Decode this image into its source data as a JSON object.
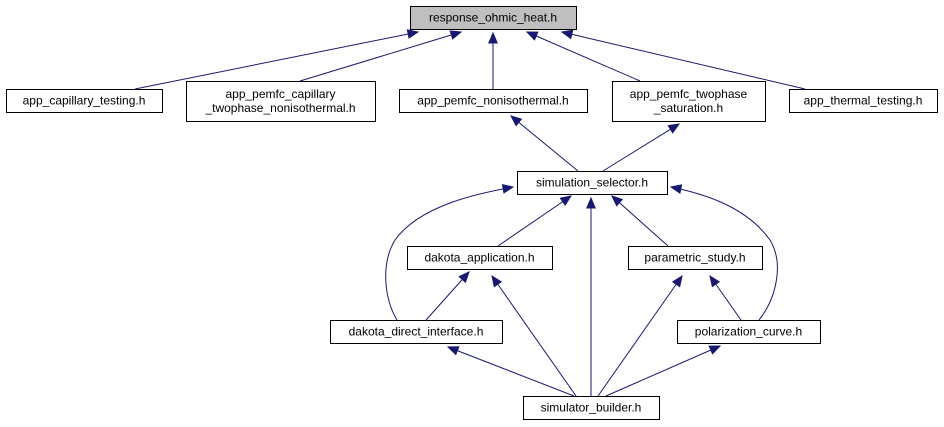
{
  "colors": {
    "edge": "#191970",
    "root_fill": "#bfbfbf",
    "node_fill": "#ffffff",
    "border": "#000000"
  },
  "nodes": [
    {
      "id": "response_ohmic_heat",
      "lines": [
        "response_ohmic_heat.h"
      ],
      "root": true
    },
    {
      "id": "app_capillary_testing",
      "lines": [
        "app_capillary_testing.h"
      ]
    },
    {
      "id": "app_pemfc_capillary",
      "lines": [
        "app_pemfc_capillary",
        "_twophase_nonisothermal.h"
      ]
    },
    {
      "id": "app_pemfc_nonisothermal",
      "lines": [
        "app_pemfc_nonisothermal.h"
      ]
    },
    {
      "id": "app_pemfc_twophase",
      "lines": [
        "app_pemfc_twophase",
        "_saturation.h"
      ]
    },
    {
      "id": "app_thermal_testing",
      "lines": [
        "app_thermal_testing.h"
      ]
    },
    {
      "id": "simulation_selector",
      "lines": [
        "simulation_selector.h"
      ]
    },
    {
      "id": "dakota_application",
      "lines": [
        "dakota_application.h"
      ]
    },
    {
      "id": "parametric_study",
      "lines": [
        "parametric_study.h"
      ]
    },
    {
      "id": "dakota_direct_interface",
      "lines": [
        "dakota_direct_interface.h"
      ]
    },
    {
      "id": "polarization_curve",
      "lines": [
        "polarization_curve.h"
      ]
    },
    {
      "id": "simulator_builder",
      "lines": [
        "simulator_builder.h"
      ]
    }
  ],
  "edges": [
    {
      "from": "app_capillary_testing",
      "to": "response_ohmic_heat"
    },
    {
      "from": "app_pemfc_capillary",
      "to": "response_ohmic_heat"
    },
    {
      "from": "app_pemfc_nonisothermal",
      "to": "response_ohmic_heat"
    },
    {
      "from": "app_pemfc_twophase",
      "to": "response_ohmic_heat"
    },
    {
      "from": "app_thermal_testing",
      "to": "response_ohmic_heat"
    },
    {
      "from": "simulation_selector",
      "to": "app_pemfc_nonisothermal"
    },
    {
      "from": "simulation_selector",
      "to": "app_pemfc_twophase"
    },
    {
      "from": "dakota_application",
      "to": "simulation_selector"
    },
    {
      "from": "parametric_study",
      "to": "simulation_selector"
    },
    {
      "from": "dakota_direct_interface",
      "to": "simulation_selector"
    },
    {
      "from": "polarization_curve",
      "to": "simulation_selector"
    },
    {
      "from": "simulator_builder",
      "to": "simulation_selector"
    },
    {
      "from": "dakota_direct_interface",
      "to": "dakota_application"
    },
    {
      "from": "polarization_curve",
      "to": "parametric_study"
    },
    {
      "from": "simulator_builder",
      "to": "dakota_application"
    },
    {
      "from": "simulator_builder",
      "to": "parametric_study"
    },
    {
      "from": "simulator_builder",
      "to": "dakota_direct_interface"
    },
    {
      "from": "simulator_builder",
      "to": "polarization_curve"
    }
  ]
}
